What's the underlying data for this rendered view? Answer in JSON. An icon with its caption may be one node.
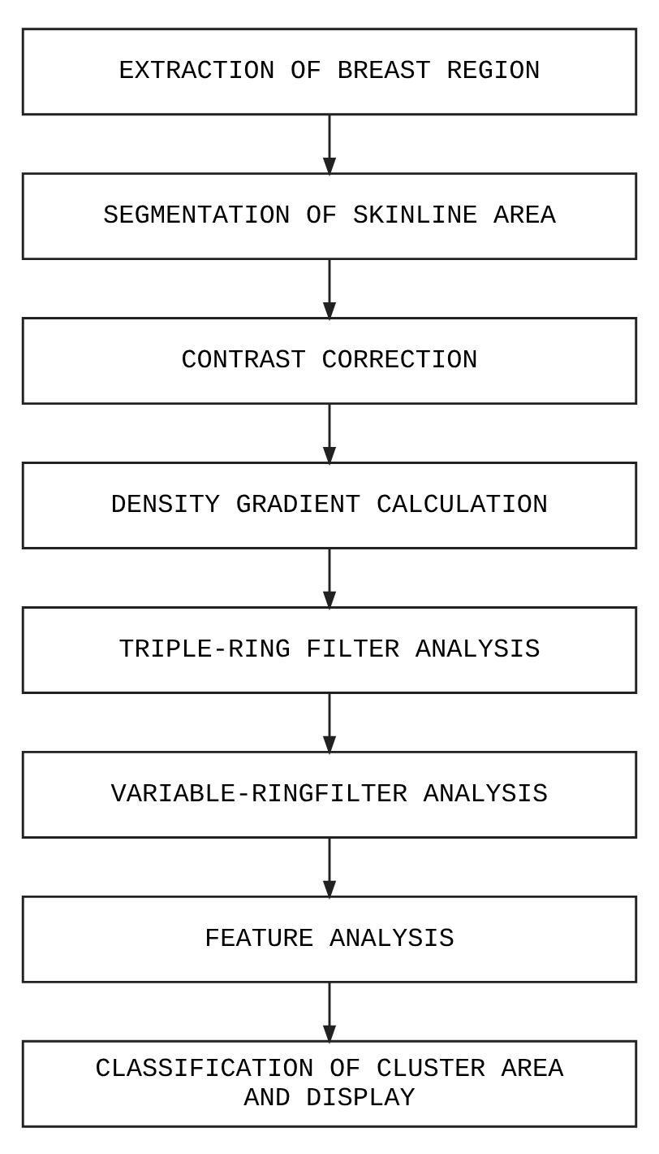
{
  "diagram": {
    "nodes": [
      {
        "text": [
          "EXTRACTION OF BREAST REGION"
        ]
      },
      {
        "text": [
          "SEGMENTATION OF SKINLINE AREA"
        ]
      },
      {
        "text": [
          "CONTRAST CORRECTION"
        ]
      },
      {
        "text": [
          "DENSITY GRADIENT CALCULATION"
        ]
      },
      {
        "text": [
          "TRIPLE-RING FILTER ANALYSIS"
        ]
      },
      {
        "text": [
          "VARIABLE-RINGFILTER ANALYSIS"
        ]
      },
      {
        "text": [
          "FEATURE ANALYSIS"
        ]
      },
      {
        "text": [
          "CLASSIFICATION OF CLUSTER AREA AND DISPLAY"
        ]
      }
    ],
    "edges": [
      {
        "from": 0,
        "to": 1,
        "arrow": "to"
      },
      {
        "from": 1,
        "to": 2,
        "arrow": "to"
      },
      {
        "from": 2,
        "to": 3,
        "arrow": "to"
      },
      {
        "from": 3,
        "to": 4,
        "arrow": "to"
      },
      {
        "from": 4,
        "to": 5,
        "arrow": "to"
      },
      {
        "from": 5,
        "to": 6,
        "arrow": "to"
      },
      {
        "from": 6,
        "to": 7,
        "arrow": "to"
      }
    ]
  }
}
